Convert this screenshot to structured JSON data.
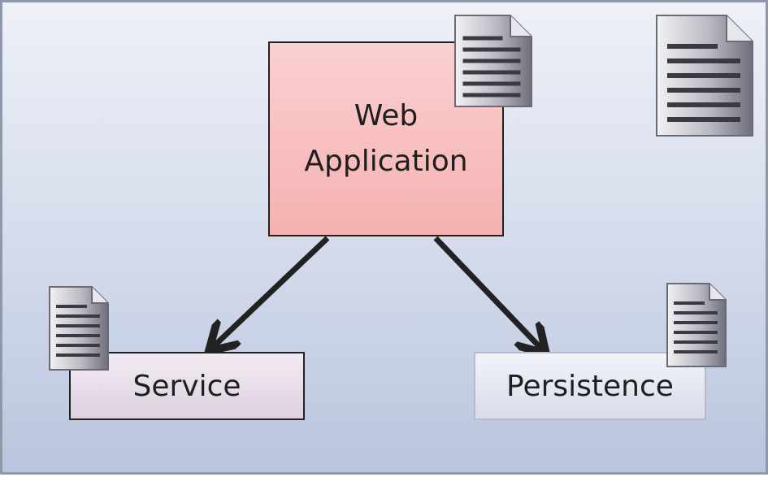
{
  "diagram": {
    "nodes": {
      "web_application": {
        "line1": "Web",
        "line2": "Application"
      },
      "service": {
        "label": "Service"
      },
      "persistence": {
        "label": "Persistence"
      }
    },
    "edges": [
      {
        "from": "Web Application",
        "to": "Service"
      },
      {
        "from": "Web Application",
        "to": "Persistence"
      }
    ],
    "icons": [
      "document-icon-web-application",
      "document-icon-standalone",
      "document-icon-service",
      "document-icon-persistence"
    ]
  },
  "colors": {
    "background_top": "#eef1f7",
    "background_bottom": "#b9c5de",
    "web_application_fill": "#f6b1b1",
    "service_fill": "#ddd2e0",
    "persistence_fill": "#d7dcea",
    "arrow": "#222222"
  }
}
